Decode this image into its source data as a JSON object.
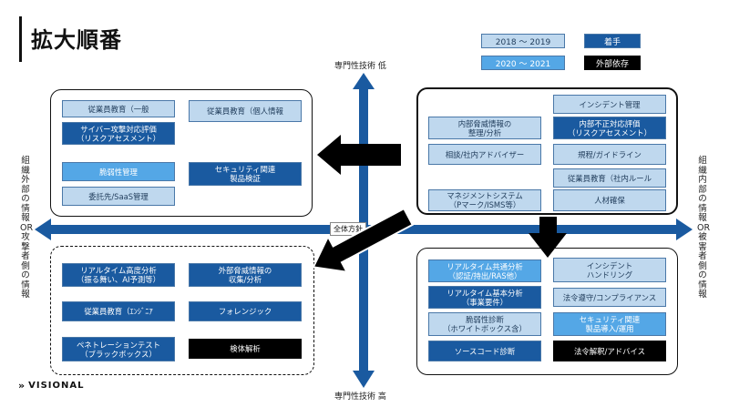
{
  "title": "拡大順番",
  "legend": {
    "period_2018": "2018 ～ 2019",
    "period_2020": "2020 ～ 2021",
    "started": "着手",
    "outsourced": "外部依存"
  },
  "axes": {
    "top": "専門性技術 低",
    "bottom": "専門性技術 高",
    "left": "組織外部の情報 OR 攻撃者側の情報",
    "right": "組織内部の情報 OR 被害者側の情報",
    "center": "全体方針"
  },
  "top_left": {
    "item1": "従業員教育（一般",
    "item2": "従業員教育（個人情報",
    "item3": "サイバー攻撃対応評価\n（リスクアセスメント）",
    "item4": "脆弱性管理",
    "item5": "セキュリティ関連\n製品検証",
    "item6": "委託先/SaaS管理"
  },
  "top_right": {
    "item1": "インシデント管理",
    "item2": "内部脅威情報の\n整理/分析",
    "item3": "内部不正対応評価\n（リスクアセスメント）",
    "item4": "相談/社内アドバイザー",
    "item5": "規程/ガイドライン",
    "item6": "従業員教育（社内ルール",
    "item7": "マネジメントシステム\n（Pマーク/ISMS等）",
    "item8": "人材確保"
  },
  "bottom_left": {
    "item1": "リアルタイム高度分析\n（振る舞い、AI予測等）",
    "item2": "外部脅威情報の\n収集/分析",
    "item3": "従業員教育（ｴﾝｼﾞﾆｱ",
    "item4": "フォレンジック",
    "item5": "ペネトレーションテスト\n（ブラックボックス）",
    "item6": "検体解析"
  },
  "bottom_right": {
    "item1": "リアルタイム共通分析\n（認証/持出/RAS他）",
    "item2": "インシデント\nハンドリング",
    "item3": "リアルタイム基本分析\n（事業要件）",
    "item4": "法令遵守/コンプライアンス",
    "item5": "脆弱性診断\n（ホワイトボックス含）",
    "item6": "セキュリティ関連\n製品導入/運用",
    "item7": "ソースコード診断",
    "item8": "法令解釈/アドバイス"
  },
  "brand": "VISIONAL",
  "colors": {
    "light": "#bfd8ee",
    "mid": "#54a7e6",
    "dark": "#1a5aa0",
    "black": "#000000",
    "axis": "#1a5aa0"
  }
}
